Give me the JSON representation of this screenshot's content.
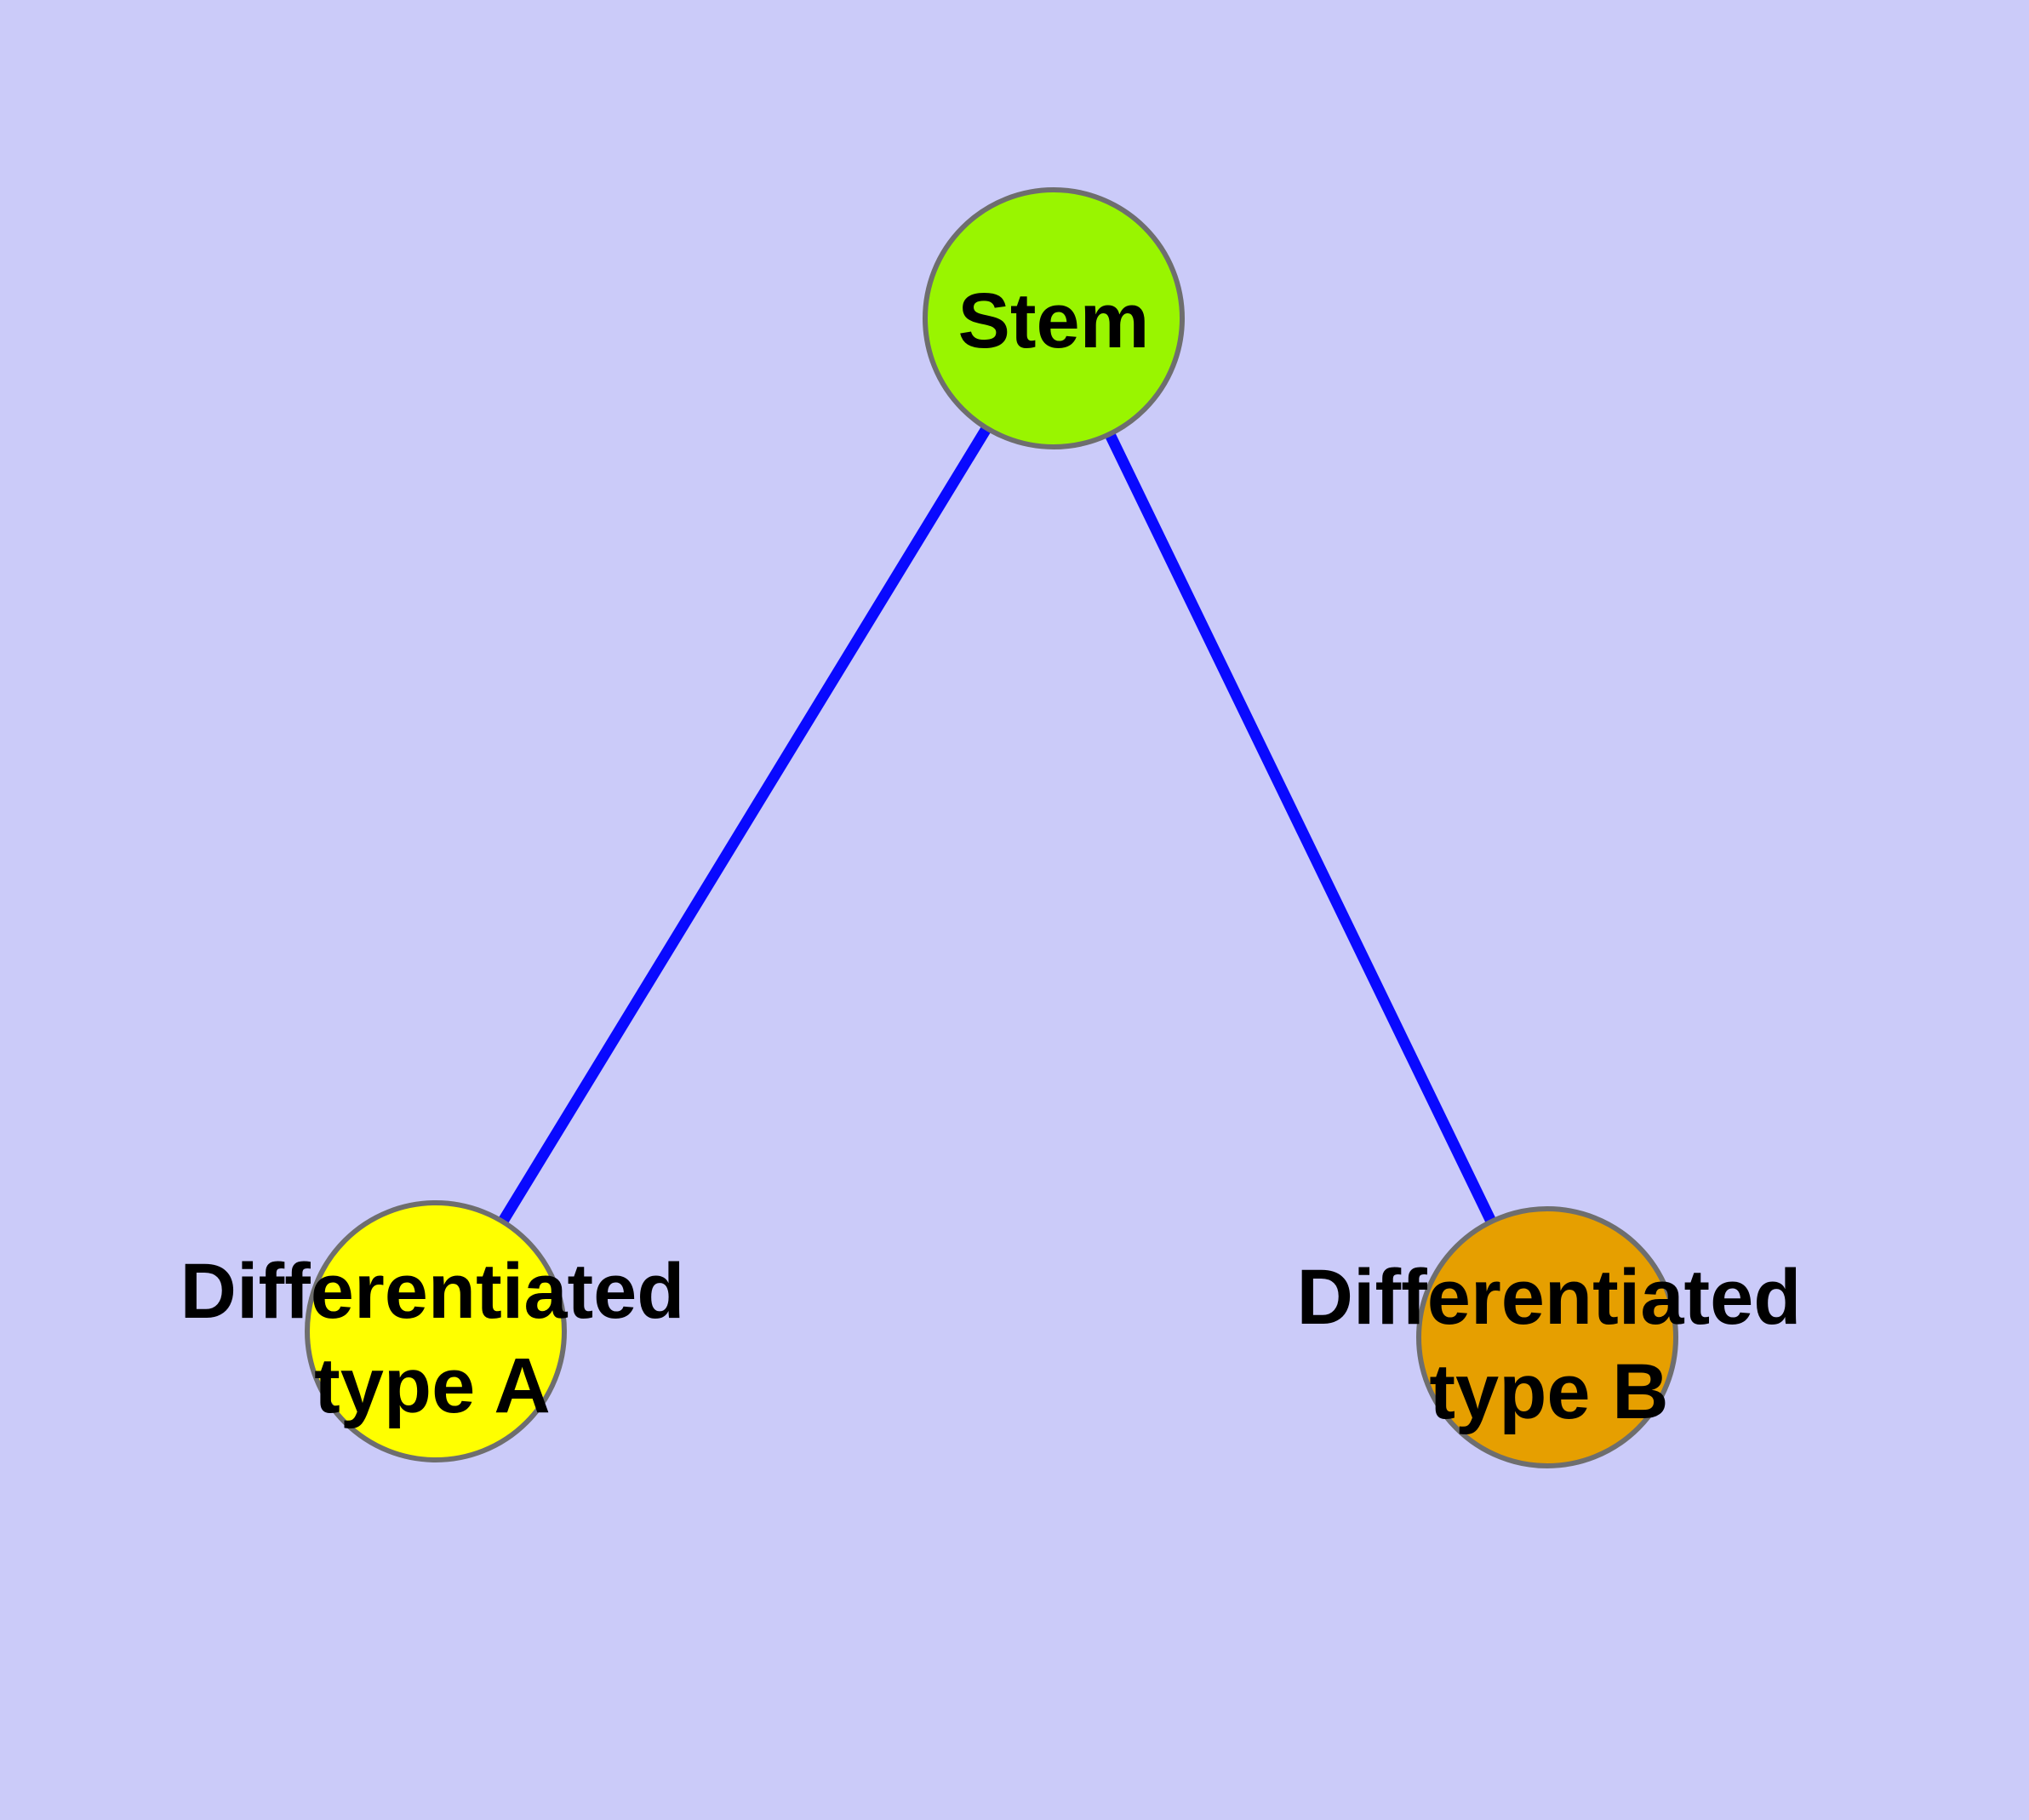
{
  "canvas": {
    "background": "#CBCBF9"
  },
  "colors": {
    "background": "#CBCBF9",
    "edge": "#0909FF",
    "node_border": "#6E6E6E",
    "label_text": "#000000"
  },
  "graph": {
    "type": "node-link-diagram",
    "nodes": [
      {
        "id": "stem",
        "label": "Stem",
        "lines": [
          "Stem"
        ],
        "fill": "#99F500"
      },
      {
        "id": "differentiated-type-a",
        "label": "Differentiated type A",
        "lines": [
          "Differentiated",
          "type A"
        ],
        "fill": "#FFFF00"
      },
      {
        "id": "differentiated-type-b",
        "label": "Differentiated type B",
        "lines": [
          "Differentiated",
          "type B"
        ],
        "fill": "#E69F00"
      }
    ],
    "edges": [
      {
        "from": "stem",
        "to": "differentiated-type-a",
        "color": "#0909FF"
      },
      {
        "from": "stem",
        "to": "differentiated-type-b",
        "color": "#0909FF"
      }
    ]
  }
}
